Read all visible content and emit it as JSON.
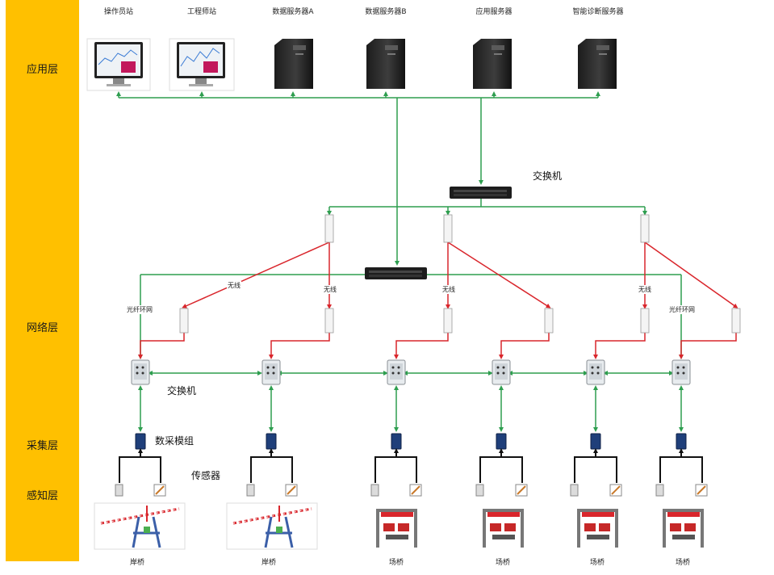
{
  "layers": [
    "应用层",
    "网络层",
    "采集层",
    "感知层"
  ],
  "app_devices": [
    {
      "label": "操作员站",
      "icon": "monitor-icon"
    },
    {
      "label": "工程师站",
      "icon": "monitor-icon"
    },
    {
      "label": "数据服务器A",
      "icon": "server-tower-icon"
    },
    {
      "label": "数据服务器B",
      "icon": "server-tower-icon"
    },
    {
      "label": "应用服务器",
      "icon": "server-tower-icon"
    },
    {
      "label": "智能诊断服务器",
      "icon": "server-tower-icon"
    }
  ],
  "labels": {
    "core_switch": "交换机",
    "access_switch": "交换机",
    "daq_module": "数采模组",
    "sensor": "传感器",
    "wireless": "无线",
    "fiber_ring": "光纤环网"
  },
  "sites": [
    "岸桥",
    "岸桥",
    "场桥",
    "场桥",
    "场桥",
    "场桥"
  ],
  "colors": {
    "sidebar": "#ffc000",
    "wired_link": "#2e9e4f",
    "wireless_link": "#d9262c",
    "sensor_cable": "#111111"
  }
}
